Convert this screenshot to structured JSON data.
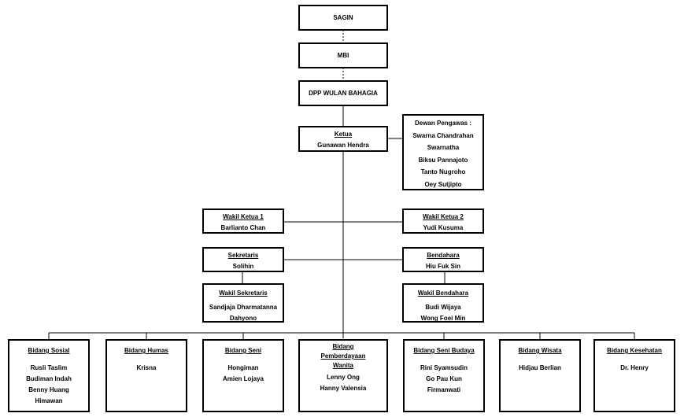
{
  "top": {
    "sagin": "SAGIN",
    "mbi": "MBI",
    "dpp": "DPP WULAN BAHAGIA"
  },
  "ketua": {
    "title": "Ketua",
    "name": "Gunawan Hendra"
  },
  "dewan_pengawas": {
    "title": "Dewan Pengawas :",
    "members": [
      "Swarna Chandrahan",
      "Swarnatha",
      "Biksu Pannajoto",
      "Tanto Nugroho",
      "Oey Sutjipto"
    ]
  },
  "wakil_ketua_1": {
    "title": "Wakil Ketua 1",
    "name": "Barlianto Chan"
  },
  "wakil_ketua_2": {
    "title": "Wakil Ketua 2",
    "name": "Yudi Kusuma"
  },
  "sekretaris": {
    "title": "Sekretaris",
    "name": "Solihin"
  },
  "bendahara": {
    "title": "Bendahara",
    "name": "Hiu Fuk Sin"
  },
  "wakil_sekretaris": {
    "title": "Wakil Sekretaris",
    "names": [
      "Sandjaja Dharmatanna",
      "Dahyono"
    ]
  },
  "wakil_bendahara": {
    "title": "Wakil Bendahara",
    "names": [
      "Budi Wijaya",
      "Wong Foei Min"
    ]
  },
  "bidang": [
    {
      "title": "Bidang Sosial",
      "names": [
        "Rusli Taslim",
        "Budiman Indah",
        "Benny Huang",
        "Himawan"
      ]
    },
    {
      "title": "Bidang Humas",
      "names": [
        "Krisna"
      ]
    },
    {
      "title": "Bidang Seni",
      "names": [
        "Hongiman",
        "Amien Lojaya"
      ]
    },
    {
      "title": "Bidang Pemberdayaan Wanita",
      "names": [
        "Lenny Ong",
        "Hanny Valensia"
      ]
    },
    {
      "title": "Bidang Seni Budaya",
      "names": [
        "Rini Syamsudin",
        "Go Pau Kun",
        "Firmanwati"
      ]
    },
    {
      "title": "Bidang Wisata",
      "names": [
        "Hidjau Berlian"
      ]
    },
    {
      "title": "Bidang Kesehatan",
      "names": [
        "Dr. Henry"
      ]
    }
  ]
}
